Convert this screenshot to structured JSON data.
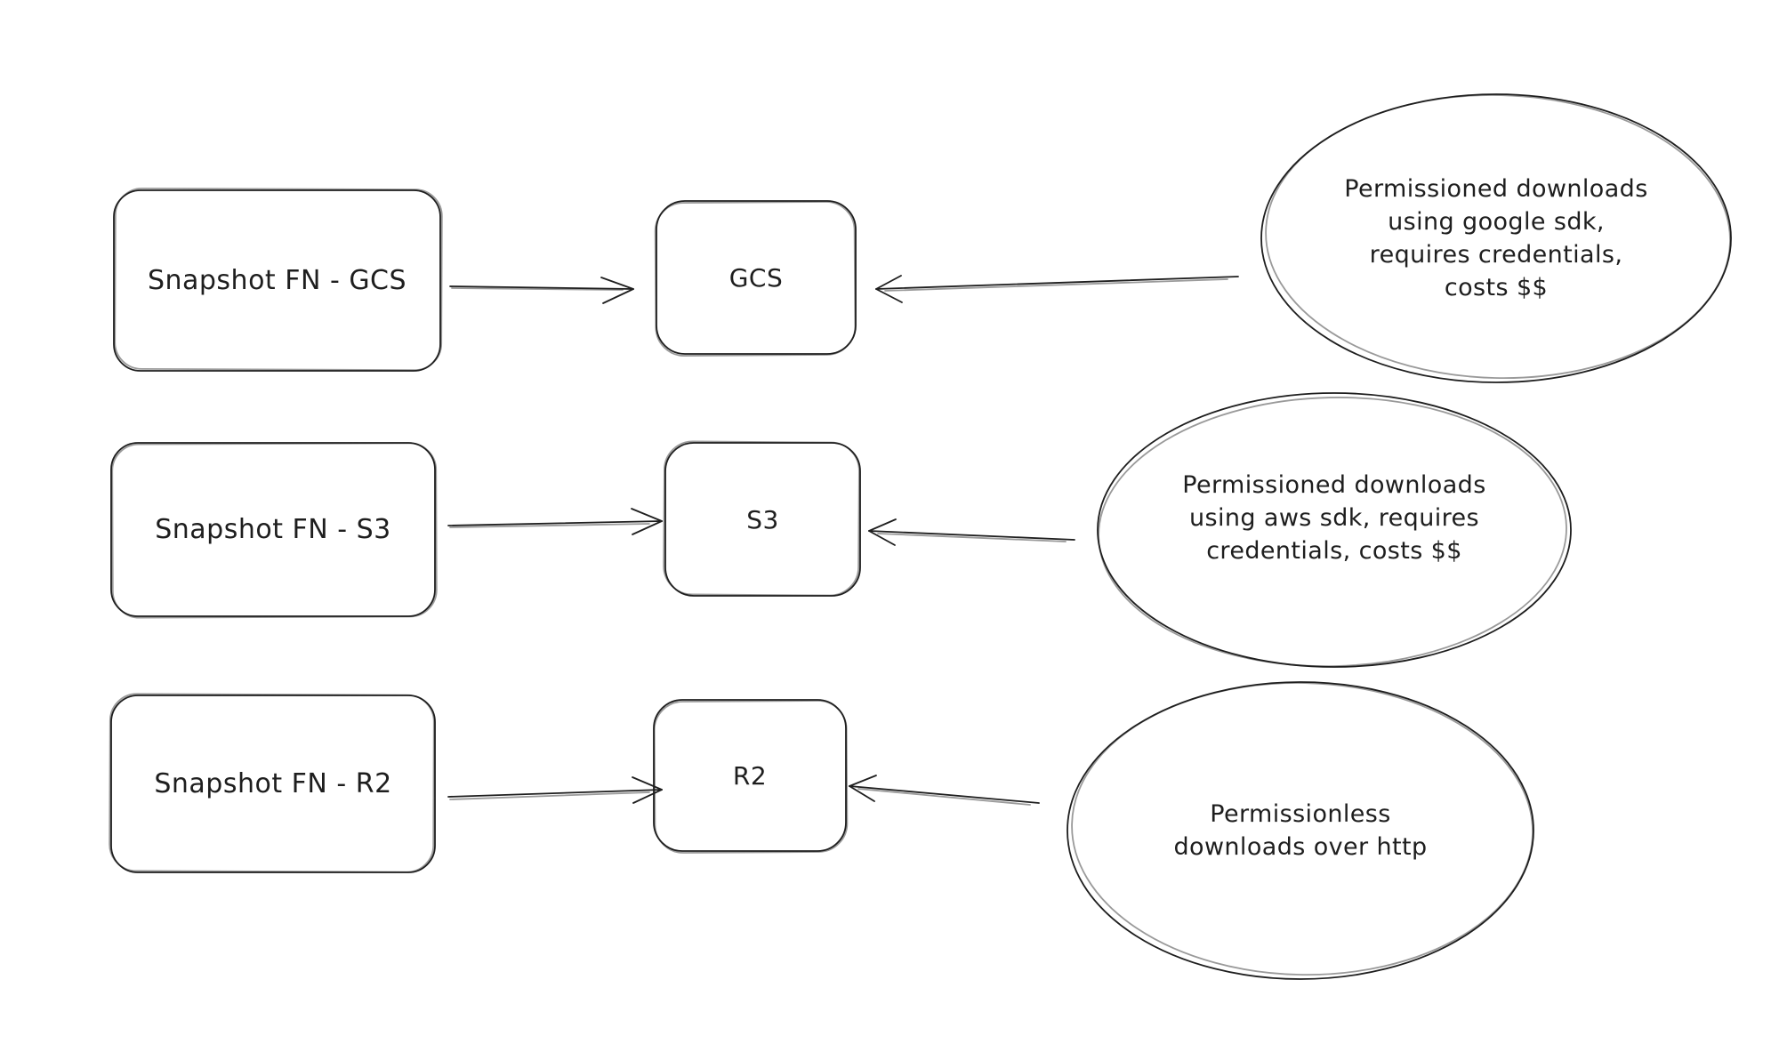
{
  "diagram": {
    "colors": {
      "ink": "#1e1e1e",
      "background": "#ffffff"
    },
    "rows": [
      {
        "source_label": "Snapshot FN - GCS",
        "target_label": "GCS",
        "note_lines": [
          "Permissioned downloads",
          "using google sdk,",
          "requires credentials,",
          "costs $$"
        ]
      },
      {
        "source_label": "Snapshot FN - S3",
        "target_label": "S3",
        "note_lines": [
          "Permissioned downloads",
          "using aws sdk, requires",
          "credentials, costs $$"
        ]
      },
      {
        "source_label": "Snapshot FN - R2",
        "target_label": "R2",
        "note_lines": [
          "Permissionless",
          "downloads over http"
        ]
      }
    ]
  }
}
